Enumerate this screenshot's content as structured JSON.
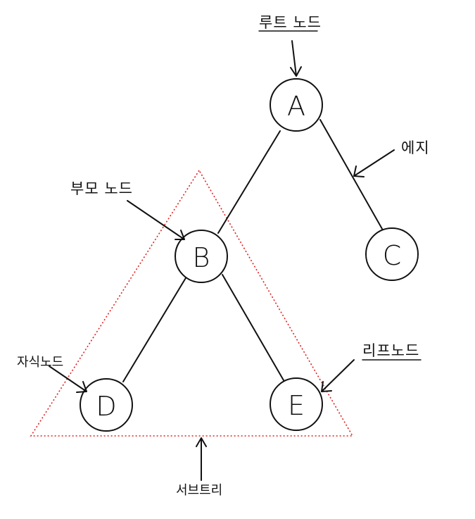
{
  "colors": {
    "ink": "#111111",
    "subtree": "#e02020",
    "background": "#ffffff"
  },
  "nodes": {
    "a": "A",
    "b": "B",
    "c": "C",
    "d": "D",
    "e": "E"
  },
  "labels": {
    "root_node": "루트 노드",
    "edge": "에지",
    "parent_node": "부모 노드",
    "child_node": "자식노드",
    "leaf_node": "리프노드",
    "subtree": "서브트리"
  }
}
